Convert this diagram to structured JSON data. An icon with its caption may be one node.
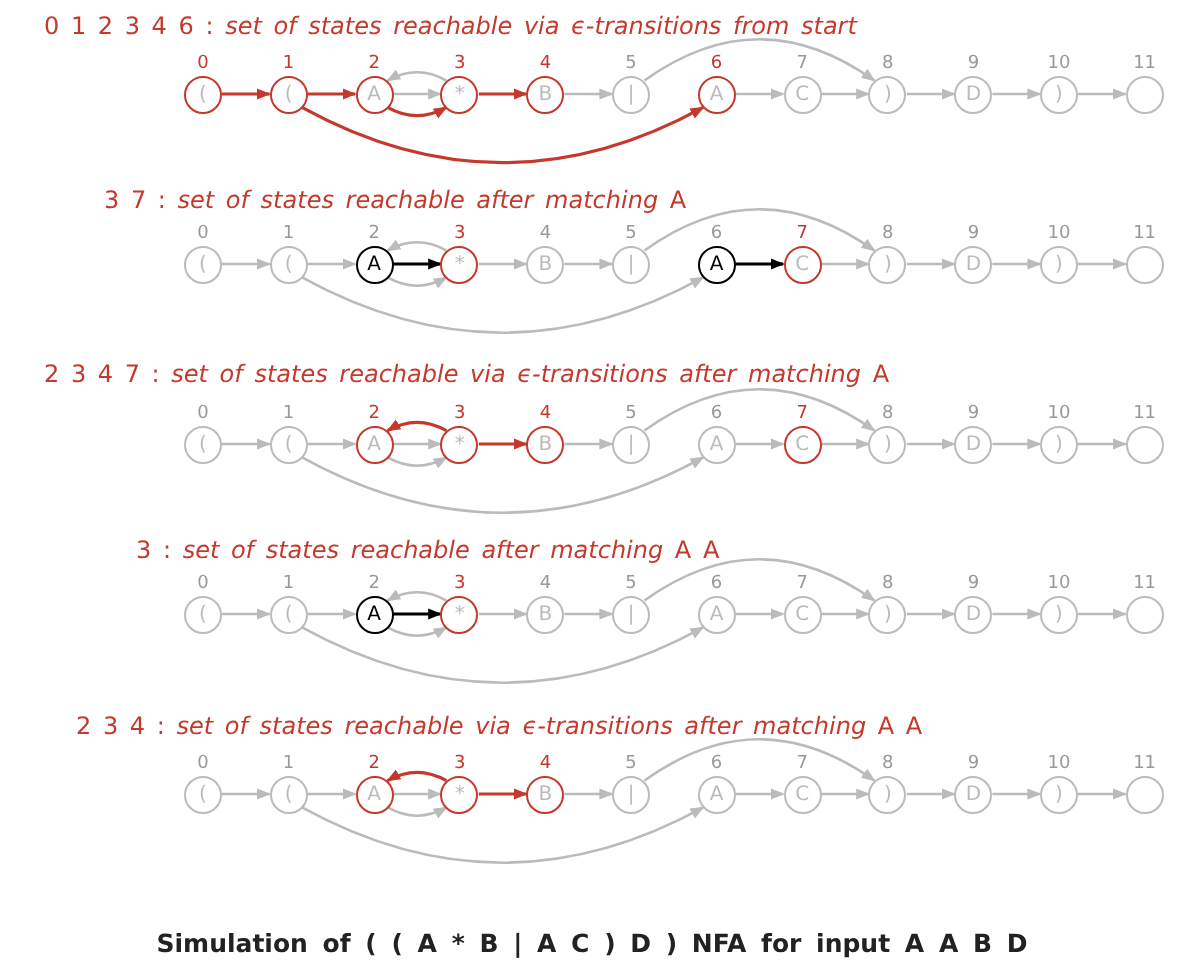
{
  "diagram": {
    "caption": "Simulation of ( ( A * B | A C ) D ) NFA for input A A B D",
    "nodes": [
      {
        "text": [
          "("
        ],
        "beside": [
          "0"
        ]
      },
      {
        "text": [
          "("
        ],
        "beside": [
          "1"
        ]
      },
      {
        "text": [
          "A"
        ],
        "beside": [
          "2"
        ]
      },
      {
        "text": [
          "*"
        ],
        "beside": [
          "3"
        ]
      },
      {
        "text": [
          "B"
        ],
        "beside": [
          "4"
        ]
      },
      {
        "text": [
          "|"
        ],
        "beside": [
          "5"
        ]
      },
      {
        "text": [
          "A"
        ],
        "beside": [
          "6"
        ]
      },
      {
        "text": [
          "C"
        ],
        "beside": [
          "7"
        ]
      },
      {
        "text": [
          ")"
        ],
        "beside": [
          "8"
        ]
      },
      {
        "text": [
          "D"
        ],
        "beside": [
          "9"
        ]
      },
      {
        "text": [
          ")"
        ],
        "beside": [
          "10"
        ]
      },
      {
        "text": [],
        "shape": "circle",
        "beside": [
          "11"
        ]
      },
      {
        "text": [
          "("
        ],
        "beside": [
          "0"
        ]
      },
      {
        "text": [
          "("
        ],
        "beside": [
          "1"
        ]
      },
      {
        "text": [
          "A"
        ],
        "beside": [
          "2"
        ]
      },
      {
        "text": [
          "*"
        ],
        "beside": [
          "3"
        ]
      },
      {
        "text": [
          "B"
        ],
        "beside": [
          "4"
        ]
      },
      {
        "text": [
          "|"
        ],
        "beside": [
          "5"
        ]
      },
      {
        "text": [
          "A"
        ],
        "beside": [
          "6"
        ]
      },
      {
        "text": [
          "C"
        ],
        "beside": [
          "7"
        ]
      },
      {
        "text": [
          ")"
        ],
        "beside": [
          "8"
        ]
      },
      {
        "text": [
          "D"
        ],
        "beside": [
          "9"
        ]
      },
      {
        "text": [
          ")"
        ],
        "beside": [
          "10"
        ]
      },
      {
        "text": [],
        "shape": "circle",
        "beside": [
          "11"
        ]
      },
      {
        "text": [
          "("
        ],
        "beside": [
          "0"
        ]
      },
      {
        "text": [
          "("
        ],
        "beside": [
          "1"
        ]
      },
      {
        "text": [
          "A"
        ],
        "beside": [
          "2"
        ]
      },
      {
        "text": [
          "*"
        ],
        "beside": [
          "3"
        ]
      },
      {
        "text": [
          "B"
        ],
        "beside": [
          "4"
        ]
      },
      {
        "text": [
          "|"
        ],
        "beside": [
          "5"
        ]
      },
      {
        "text": [
          "A"
        ],
        "beside": [
          "6"
        ]
      },
      {
        "text": [
          "C"
        ],
        "beside": [
          "7"
        ]
      },
      {
        "text": [
          ")"
        ],
        "beside": [
          "8"
        ]
      },
      {
        "text": [
          "D"
        ],
        "beside": [
          "9"
        ]
      },
      {
        "text": [
          ")"
        ],
        "beside": [
          "10"
        ]
      },
      {
        "text": [],
        "shape": "circle",
        "beside": [
          "11"
        ]
      },
      {
        "text": [
          "("
        ],
        "beside": [
          "0"
        ]
      },
      {
        "text": [
          "("
        ],
        "beside": [
          "1"
        ]
      },
      {
        "text": [
          "A"
        ],
        "beside": [
          "2"
        ]
      },
      {
        "text": [
          "*"
        ],
        "beside": [
          "3"
        ]
      },
      {
        "text": [
          "B"
        ],
        "beside": [
          "4"
        ]
      },
      {
        "text": [
          "|"
        ],
        "beside": [
          "5"
        ]
      },
      {
        "text": [
          "A"
        ],
        "beside": [
          "6"
        ]
      },
      {
        "text": [
          "C"
        ],
        "beside": [
          "7"
        ]
      },
      {
        "text": [
          ")"
        ],
        "beside": [
          "8"
        ]
      },
      {
        "text": [
          "D"
        ],
        "beside": [
          "9"
        ]
      },
      {
        "text": [
          ")"
        ],
        "beside": [
          "10"
        ]
      },
      {
        "text": [],
        "shape": "circle",
        "beside": [
          "11"
        ]
      },
      {
        "text": [
          "("
        ],
        "beside": [
          "0"
        ]
      },
      {
        "text": [
          "("
        ],
        "beside": [
          "1"
        ]
      },
      {
        "text": [
          "A"
        ],
        "beside": [
          "2"
        ]
      },
      {
        "text": [
          "*"
        ],
        "beside": [
          "3"
        ]
      },
      {
        "text": [
          "B"
        ],
        "beside": [
          "4"
        ]
      },
      {
        "text": [
          "|"
        ],
        "beside": [
          "5"
        ]
      },
      {
        "text": [
          "A"
        ],
        "beside": [
          "6"
        ]
      },
      {
        "text": [
          "C"
        ],
        "beside": [
          "7"
        ]
      },
      {
        "text": [
          ")"
        ],
        "beside": [
          "8"
        ]
      },
      {
        "text": [
          "D"
        ],
        "beside": [
          "9"
        ]
      },
      {
        "text": [
          ")"
        ],
        "beside": [
          "10"
        ]
      },
      {
        "text": [],
        "shape": "circle",
        "beside": [
          "11"
        ]
      }
    ],
    "edges": [
      {
        "from": 0,
        "to": 1,
        "arrow": "to",
        "color": "#c4392c"
      },
      {
        "from": 1,
        "to": 2,
        "arrow": "to",
        "color": "#c4392c"
      },
      {
        "from": 2,
        "to": 3,
        "arrow": "to"
      },
      {
        "from": 2,
        "to": 3,
        "arrow": "to",
        "color": "#c4392c"
      },
      {
        "from": 3,
        "to": 2,
        "arrow": "to"
      },
      {
        "from": 3,
        "to": 4,
        "arrow": "to",
        "color": "#c4392c"
      },
      {
        "from": 4,
        "to": 5,
        "arrow": "to"
      },
      {
        "from": 5,
        "to": 8,
        "arrow": "to"
      },
      {
        "from": 1,
        "to": 6,
        "arrow": "to",
        "color": "#c4392c"
      },
      {
        "from": 6,
        "to": 7,
        "arrow": "to"
      },
      {
        "from": 7,
        "to": 8,
        "arrow": "to"
      },
      {
        "from": 8,
        "to": 9,
        "arrow": "to"
      },
      {
        "from": 9,
        "to": 10,
        "arrow": "to"
      },
      {
        "from": 10,
        "to": 11,
        "arrow": "to"
      },
      {
        "from": 12,
        "to": 13,
        "arrow": "to"
      },
      {
        "from": 13,
        "to": 14,
        "arrow": "to"
      },
      {
        "from": 14,
        "to": 15,
        "arrow": "to",
        "color": "#000000"
      },
      {
        "from": 14,
        "to": 15,
        "arrow": "to"
      },
      {
        "from": 15,
        "to": 14,
        "arrow": "to"
      },
      {
        "from": 15,
        "to": 16,
        "arrow": "to"
      },
      {
        "from": 16,
        "to": 17,
        "arrow": "to"
      },
      {
        "from": 17,
        "to": 20,
        "arrow": "to"
      },
      {
        "from": 13,
        "to": 18,
        "arrow": "to"
      },
      {
        "from": 18,
        "to": 19,
        "arrow": "to",
        "color": "#000000"
      },
      {
        "from": 19,
        "to": 20,
        "arrow": "to"
      },
      {
        "from": 20,
        "to": 21,
        "arrow": "to"
      },
      {
        "from": 21,
        "to": 22,
        "arrow": "to"
      },
      {
        "from": 22,
        "to": 23,
        "arrow": "to"
      },
      {
        "from": 24,
        "to": 25,
        "arrow": "to"
      },
      {
        "from": 25,
        "to": 26,
        "arrow": "to"
      },
      {
        "from": 26,
        "to": 27,
        "arrow": "to"
      },
      {
        "from": 26,
        "to": 27,
        "arrow": "to"
      },
      {
        "from": 27,
        "to": 26,
        "arrow": "to",
        "color": "#c4392c"
      },
      {
        "from": 27,
        "to": 28,
        "arrow": "to",
        "color": "#c4392c"
      },
      {
        "from": 28,
        "to": 29,
        "arrow": "to"
      },
      {
        "from": 29,
        "to": 32,
        "arrow": "to"
      },
      {
        "from": 25,
        "to": 30,
        "arrow": "to"
      },
      {
        "from": 30,
        "to": 31,
        "arrow": "to"
      },
      {
        "from": 31,
        "to": 32,
        "arrow": "to"
      },
      {
        "from": 32,
        "to": 33,
        "arrow": "to"
      },
      {
        "from": 33,
        "to": 34,
        "arrow": "to"
      },
      {
        "from": 34,
        "to": 35,
        "arrow": "to"
      },
      {
        "from": 36,
        "to": 37,
        "arrow": "to"
      },
      {
        "from": 37,
        "to": 38,
        "arrow": "to"
      },
      {
        "from": 38,
        "to": 39,
        "arrow": "to",
        "color": "#000000"
      },
      {
        "from": 38,
        "to": 39,
        "arrow": "to"
      },
      {
        "from": 39,
        "to": 38,
        "arrow": "to"
      },
      {
        "from": 39,
        "to": 40,
        "arrow": "to"
      },
      {
        "from": 40,
        "to": 41,
        "arrow": "to"
      },
      {
        "from": 41,
        "to": 44,
        "arrow": "to"
      },
      {
        "from": 37,
        "to": 42,
        "arrow": "to"
      },
      {
        "from": 42,
        "to": 43,
        "arrow": "to"
      },
      {
        "from": 43,
        "to": 44,
        "arrow": "to"
      },
      {
        "from": 44,
        "to": 45,
        "arrow": "to"
      },
      {
        "from": 45,
        "to": 46,
        "arrow": "to"
      },
      {
        "from": 46,
        "to": 47,
        "arrow": "to"
      },
      {
        "from": 48,
        "to": 49,
        "arrow": "to"
      },
      {
        "from": 49,
        "to": 50,
        "arrow": "to"
      },
      {
        "from": 50,
        "to": 51,
        "arrow": "to"
      },
      {
        "from": 50,
        "to": 51,
        "arrow": "to"
      },
      {
        "from": 51,
        "to": 50,
        "arrow": "to",
        "color": "#c4392c"
      },
      {
        "from": 51,
        "to": 52,
        "arrow": "to",
        "color": "#c4392c"
      },
      {
        "from": 52,
        "to": 53,
        "arrow": "to"
      },
      {
        "from": 53,
        "to": 56,
        "arrow": "to"
      },
      {
        "from": 49,
        "to": 54,
        "arrow": "to"
      },
      {
        "from": 54,
        "to": 55,
        "arrow": "to"
      },
      {
        "from": 55,
        "to": 56,
        "arrow": "to"
      },
      {
        "from": 56,
        "to": 57,
        "arrow": "to"
      },
      {
        "from": 57,
        "to": 58,
        "arrow": "to"
      },
      {
        "from": 58,
        "to": 59,
        "arrow": "to"
      }
    ],
    "labels": [
      "0 1 2 3 4 6 : *set of states reachable via ϵ-transitions from start*",
      "3 7 : *set of states reachable after matching* A",
      "2 3 4 7 : *set of states reachable via ϵ-transitions after matching* A",
      "3 : *set of states reachable after matching* A A",
      "2 3 4 : *set of states reachable via ϵ-transitions after matching* A A"
    ]
  }
}
